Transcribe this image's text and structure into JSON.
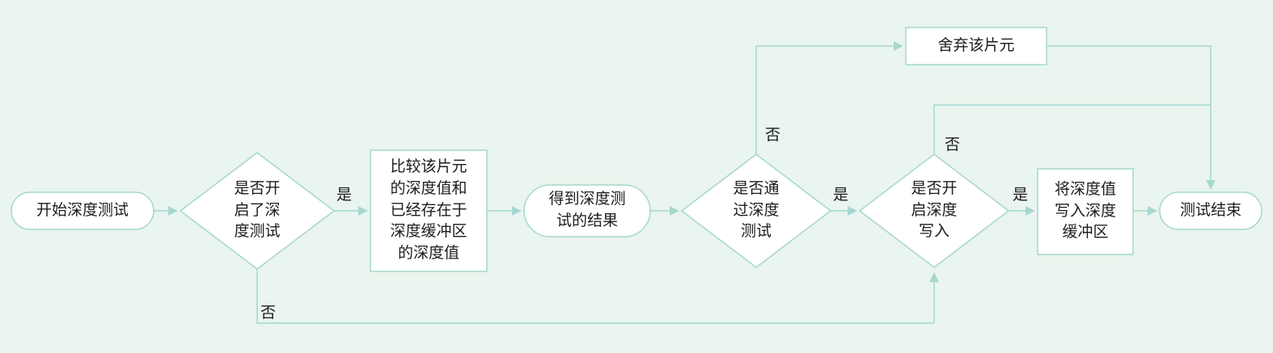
{
  "diagram": {
    "type": "flowchart",
    "topic": "depth-test-pipeline",
    "colors": {
      "background": "#e9f5ee",
      "stroke": "#a6d7d0",
      "node_fill": "#ffffff",
      "text": "#1c1c1c"
    },
    "nodes": {
      "start": {
        "type": "terminator",
        "label": "开始深度测试"
      },
      "check_enabled": {
        "type": "decision",
        "label": "是否开\n启了深\n度测试"
      },
      "compare": {
        "type": "process",
        "label": "比较该片元\n的深度值和\n已经存在于\n深度缓冲区\n的深度值"
      },
      "result": {
        "type": "terminator",
        "label": "得到深度测\n试的结果"
      },
      "check_pass": {
        "type": "decision",
        "label": "是否通\n过深度\n测试"
      },
      "check_write": {
        "type": "decision",
        "label": "是否开\n启深度\n写入"
      },
      "write": {
        "type": "process",
        "label": "将深度值\n写入深度\n缓冲区"
      },
      "end": {
        "type": "terminator",
        "label": "测试结束"
      },
      "discard": {
        "type": "process",
        "label": "舍弃该片元"
      }
    },
    "edge_labels": {
      "enabled_yes": "是",
      "enabled_no": "否",
      "pass_yes": "是",
      "pass_no": "否",
      "write_yes": "是",
      "write_no": "否"
    }
  }
}
